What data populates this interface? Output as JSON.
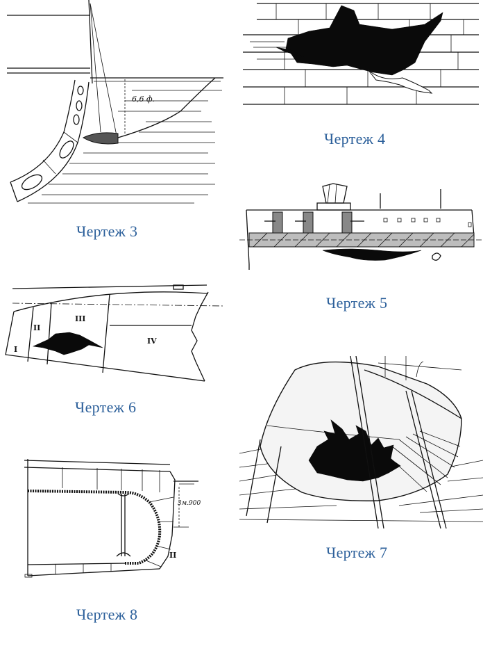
{
  "figures": [
    {
      "caption": "Чертеж 3",
      "annotation": "6,6 ф."
    },
    {
      "caption": "Чертеж 4"
    },
    {
      "caption": "Чертеж 5"
    },
    {
      "caption": "Чертеж 6",
      "compartments": [
        "I",
        "II",
        "III",
        "IV"
      ]
    },
    {
      "caption": "Чертеж 7"
    },
    {
      "caption": "Чертеж 8",
      "annotation": "3м.900",
      "section": "II"
    }
  ]
}
